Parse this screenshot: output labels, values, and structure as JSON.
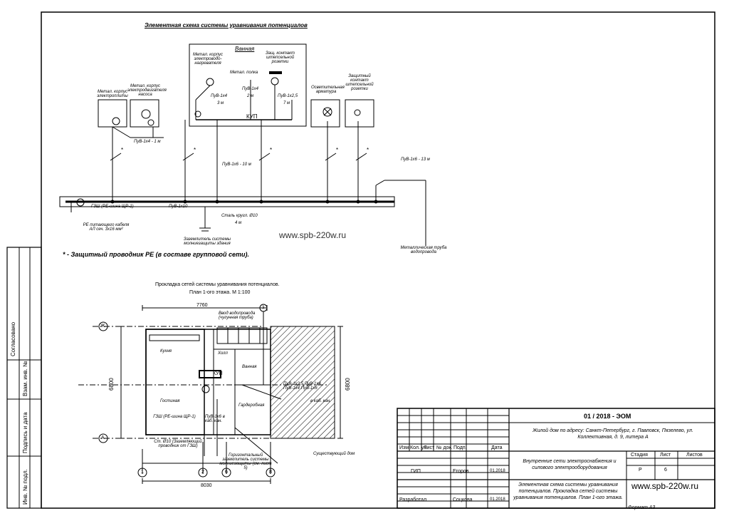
{
  "scheme": {
    "title": "Элементная схема системы уравнивания потенциалов",
    "bathroom_title": "Ванная",
    "bathroom_labels": {
      "metal_body_heater": "Метал. корпус электроводо-нагревателя",
      "metal_shelf": "Метал. полка",
      "protective_socket": "Защ. контакт штепсельной розетки"
    },
    "wire_pub_1x4_a": "ПуВ-1х4",
    "len_3m": "3 м",
    "wire_pub_1x4_b": "ПуВ-1х4",
    "len_2m": "2 м",
    "wire_pub_1x25": "ПуВ-1х2,5",
    "len_7m": "7 м",
    "kup": "КУП",
    "metal_body_stove": "Метал. корпус электроплиты",
    "metal_body_pump": "Метал. корпус электродвигателя насоса",
    "wire_pub_1x4_1m": "ПуВ-1х4 - 1 м",
    "lighting_fixture": "Осветительная арматура",
    "protective_contact": "Защитный контакт штепсельной розетки",
    "wire_pub_1x6_10m": "ПуВ-1х6 - 10 м",
    "wire_pub_1x6_13m": "ПуВ-1х6 - 13 м",
    "gzsh": "ГЗШ (РЕ-шина ЩР-1)",
    "wire_pub_1x10": "ПуВ-1х10",
    "steel_rod": "Сталь кругл. Ø10",
    "len_4m": "4 м",
    "pe_label": "РЕ питающего кабеля АЛ сеч. 3х16 мм²",
    "grounding_label": "Заземлитель системы молниезащиты здания",
    "metal_pipe": "Металлическая труба водопровода",
    "watermark": "www.spb-220w.ru",
    "footnote": "* - Защитный проводник РЕ (в составе групповой сети).",
    "star": "*"
  },
  "plan": {
    "title": "Прокладка сетей системы уравнивания потенциалов.",
    "subtitle": "План 1-ого этажа. М 1:100",
    "dim_top": "7760",
    "dim_bottom": "8030",
    "dim_left": "6800",
    "dim_right": "6800",
    "water_input": "Ввод водопровода (чугунная труба)",
    "hall": "Холл",
    "bath": "Ванная",
    "kitchen": "Кухня",
    "living": "Гостиная",
    "wardrobe": "Гардеробная",
    "kup": "КУП",
    "gzsh": "ГЗШ (РЕ-шина ЩР-1)",
    "pub_plan": "ПуВ-1х6 в каб. кан.",
    "steel": "Ст. Ø10 (Заземляющий проводник от ГЗШ)",
    "horizontal_ground": "Горизонтальный заземлитель системы молниезащиты (см. лист 5)",
    "neighbor": "Существующий дом",
    "axis_zh": "Ж",
    "axis_a": "А",
    "axis_1": "1",
    "axis_2": "2",
    "axis_6": "6",
    "axis_8": "8",
    "axis_3": "3",
    "wires_right": "ПуВ-1х2,5 ПуВ-1х4 ПуВ-1х4 ПуВ-1х6",
    "wires_right2": "в каб. кан."
  },
  "side_stamp": {
    "agreed": "Согласовано",
    "inv_zam": "Взам. инв. №",
    "sign_date": "Подпись и дата",
    "inv_podl": "Инв. № подл."
  },
  "title_block": {
    "code": "01 / 2018 - ЭОМ",
    "address": "Жилой дом по адресу: Санкт-Петербург, г. Павловск, Пязелево, ул. Коллективная, д. 9, литера А",
    "headers": [
      "Изм.",
      "Кол. уч",
      "Лист",
      "№ док.",
      "Подп.",
      "Дата"
    ],
    "project": "Внутренние сети электроснабжения и силового электрооборудования",
    "stage_label": "Стадия",
    "sheet_label": "Лист",
    "sheets_label": "Листов",
    "stage": "Р",
    "sheet": "6",
    "gip_label": "ГИП",
    "gip_name": "Егоров",
    "gip_date": "01.2018",
    "dev_label": "Разработал",
    "dev_name": "Соцкова",
    "dev_date": "01.2018",
    "drawing_name": "Элементная схема системы уравнивания потенциалов. Прокладка сетей системы уравнивания потенциалов. План 1-ого этажа.",
    "website": "www.spb-220w.ru",
    "format": "Формат А3"
  }
}
